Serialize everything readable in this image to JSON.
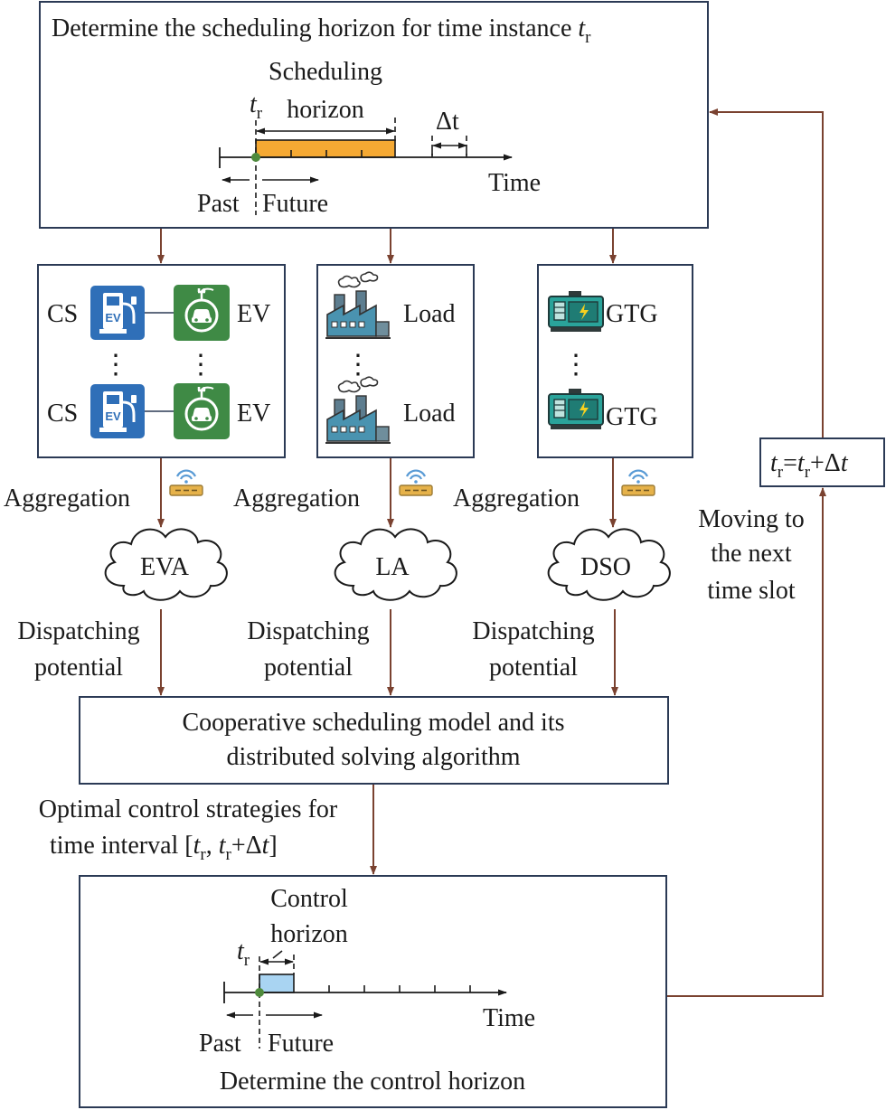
{
  "top_box": {
    "title": "Determine the scheduling horizon for time instance",
    "title_var": "t",
    "title_sub": "r",
    "sched_label_1": "Scheduling",
    "sched_label_2": "horizon",
    "tr_var": "t",
    "tr_sub": "r",
    "delta_t": "Δt",
    "time": "Time",
    "past": "Past",
    "future": "Future"
  },
  "ev_box": {
    "cs": "CS",
    "ev": "EV",
    "dots": "⋮"
  },
  "load_box": {
    "load": "Load",
    "dots": "⋮"
  },
  "gtg_box": {
    "gtg": "GTG",
    "dots": "⋮"
  },
  "aggregation_label": "Aggregation",
  "clouds": {
    "eva": "EVA",
    "la": "LA",
    "dso": "DSO"
  },
  "dispatch_1": "Dispatching",
  "dispatch_2": "potential",
  "coop_box": {
    "line1": "Cooperative scheduling model and its",
    "line2": "distributed solving algorithm"
  },
  "optimal": {
    "line1": "Optimal control strategies for",
    "line2_prefix": "time interval [",
    "var": "t",
    "sub": "r",
    "sep": ", ",
    "plus": "+Δ",
    "close": "]"
  },
  "bottom_box": {
    "control_1": "Control",
    "control_2": "horizon",
    "tr_var": "t",
    "tr_sub": "r",
    "time": "Time",
    "past": "Past",
    "future": "Future",
    "caption": "Determine the control horizon"
  },
  "update_box": {
    "var": "t",
    "sub": "r",
    "eq": "=",
    "plus": "+Δ"
  },
  "moving": {
    "line1": "Moving to",
    "line2": "the next",
    "line3": "time slot"
  },
  "colors": {
    "arrow": "#7a4230",
    "box_stroke": "#2b3a55",
    "sched_bar": "#f5a933",
    "control_bar": "#a9d4f2",
    "ev_blue": "#2f6fb8",
    "ev_green": "#3f8a45",
    "router": "#e6b24a"
  },
  "icons": [
    "charging-station-icon",
    "electric-car-icon",
    "factory-icon",
    "generator-icon",
    "router-icon",
    "cloud-icon"
  ]
}
